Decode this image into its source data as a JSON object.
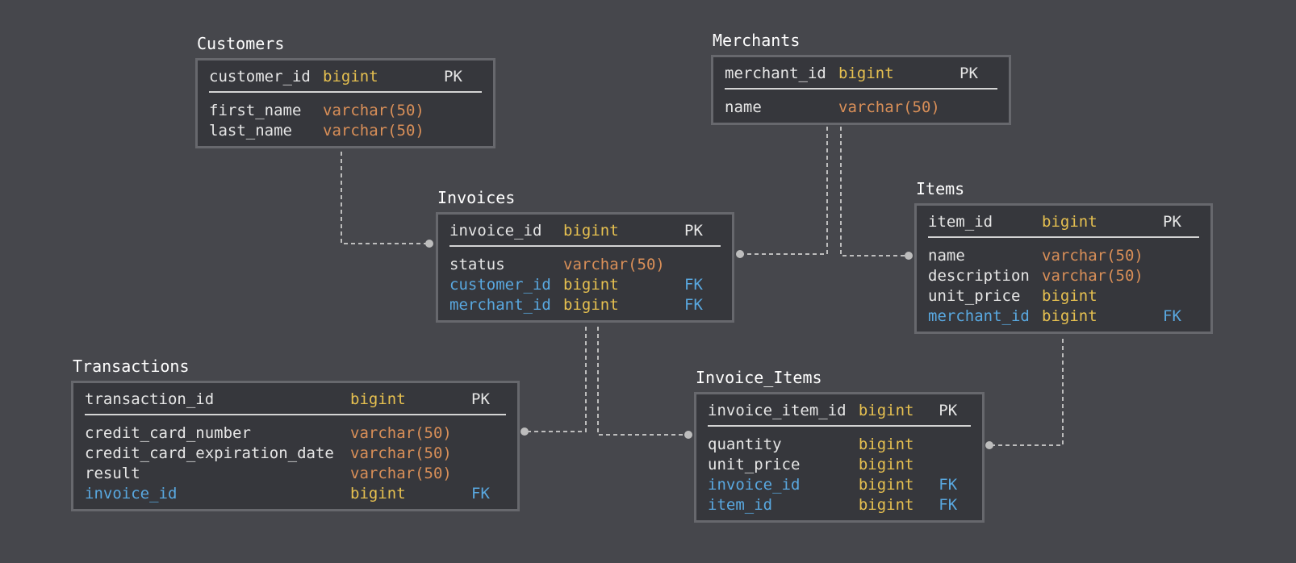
{
  "entities": {
    "customers": {
      "title": "Customers",
      "pk": {
        "name": "customer_id",
        "type": "bigint",
        "key": "PK"
      },
      "fields": [
        {
          "name": "first_name",
          "type": "varchar(50)",
          "key": ""
        },
        {
          "name": "last_name",
          "type": "varchar(50)",
          "key": ""
        }
      ]
    },
    "merchants": {
      "title": "Merchants",
      "pk": {
        "name": "merchant_id",
        "type": "bigint",
        "key": "PK"
      },
      "fields": [
        {
          "name": "name",
          "type": "varchar(50)",
          "key": ""
        }
      ]
    },
    "invoices": {
      "title": "Invoices",
      "pk": {
        "name": "invoice_id",
        "type": "bigint",
        "key": "PK"
      },
      "fields": [
        {
          "name": "status",
          "type": "varchar(50)",
          "key": ""
        },
        {
          "name": "customer_id",
          "type": "bigint",
          "key": "FK"
        },
        {
          "name": "merchant_id",
          "type": "bigint",
          "key": "FK"
        }
      ]
    },
    "items": {
      "title": "Items",
      "pk": {
        "name": "item_id",
        "type": "bigint",
        "key": "PK"
      },
      "fields": [
        {
          "name": "name",
          "type": "varchar(50)",
          "key": ""
        },
        {
          "name": "description",
          "type": "varchar(50)",
          "key": ""
        },
        {
          "name": "unit_price",
          "type": "bigint",
          "key": ""
        },
        {
          "name": "merchant_id",
          "type": "bigint",
          "key": "FK"
        }
      ]
    },
    "transactions": {
      "title": "Transactions",
      "pk": {
        "name": "transaction_id",
        "type": "bigint",
        "key": "PK"
      },
      "fields": [
        {
          "name": "credit_card_number",
          "type": "varchar(50)",
          "key": ""
        },
        {
          "name": "credit_card_expiration_date",
          "type": "varchar(50)",
          "key": ""
        },
        {
          "name": "result",
          "type": "varchar(50)",
          "key": ""
        },
        {
          "name": "invoice_id",
          "type": "bigint",
          "key": "FK"
        }
      ]
    },
    "invoice_items": {
      "title": "Invoice_Items",
      "pk": {
        "name": "invoice_item_id",
        "type": "bigint",
        "key": "PK"
      },
      "fields": [
        {
          "name": "quantity",
          "type": "bigint",
          "key": ""
        },
        {
          "name": "unit_price",
          "type": "bigint",
          "key": ""
        },
        {
          "name": "invoice_id",
          "type": "bigint",
          "key": "FK"
        },
        {
          "name": "item_id",
          "type": "bigint",
          "key": "FK"
        }
      ]
    }
  },
  "relationships": [
    {
      "from": "customers",
      "to": "invoices",
      "via": "customer_id"
    },
    {
      "from": "merchants",
      "to": "invoices",
      "via": "merchant_id"
    },
    {
      "from": "merchants",
      "to": "items",
      "via": "merchant_id"
    },
    {
      "from": "invoices",
      "to": "transactions",
      "via": "invoice_id"
    },
    {
      "from": "invoices",
      "to": "invoice_items",
      "via": "invoice_id"
    },
    {
      "from": "items",
      "to": "invoice_items",
      "via": "item_id"
    }
  ],
  "colors": {
    "background": "#46474c",
    "box": "#36373c",
    "border": "#67686d",
    "text": "#e6e6e6",
    "foreign_key": "#59a8e0",
    "bigint": "#e6c050",
    "varchar": "#d98f58",
    "connector": "#bdbdbd"
  }
}
